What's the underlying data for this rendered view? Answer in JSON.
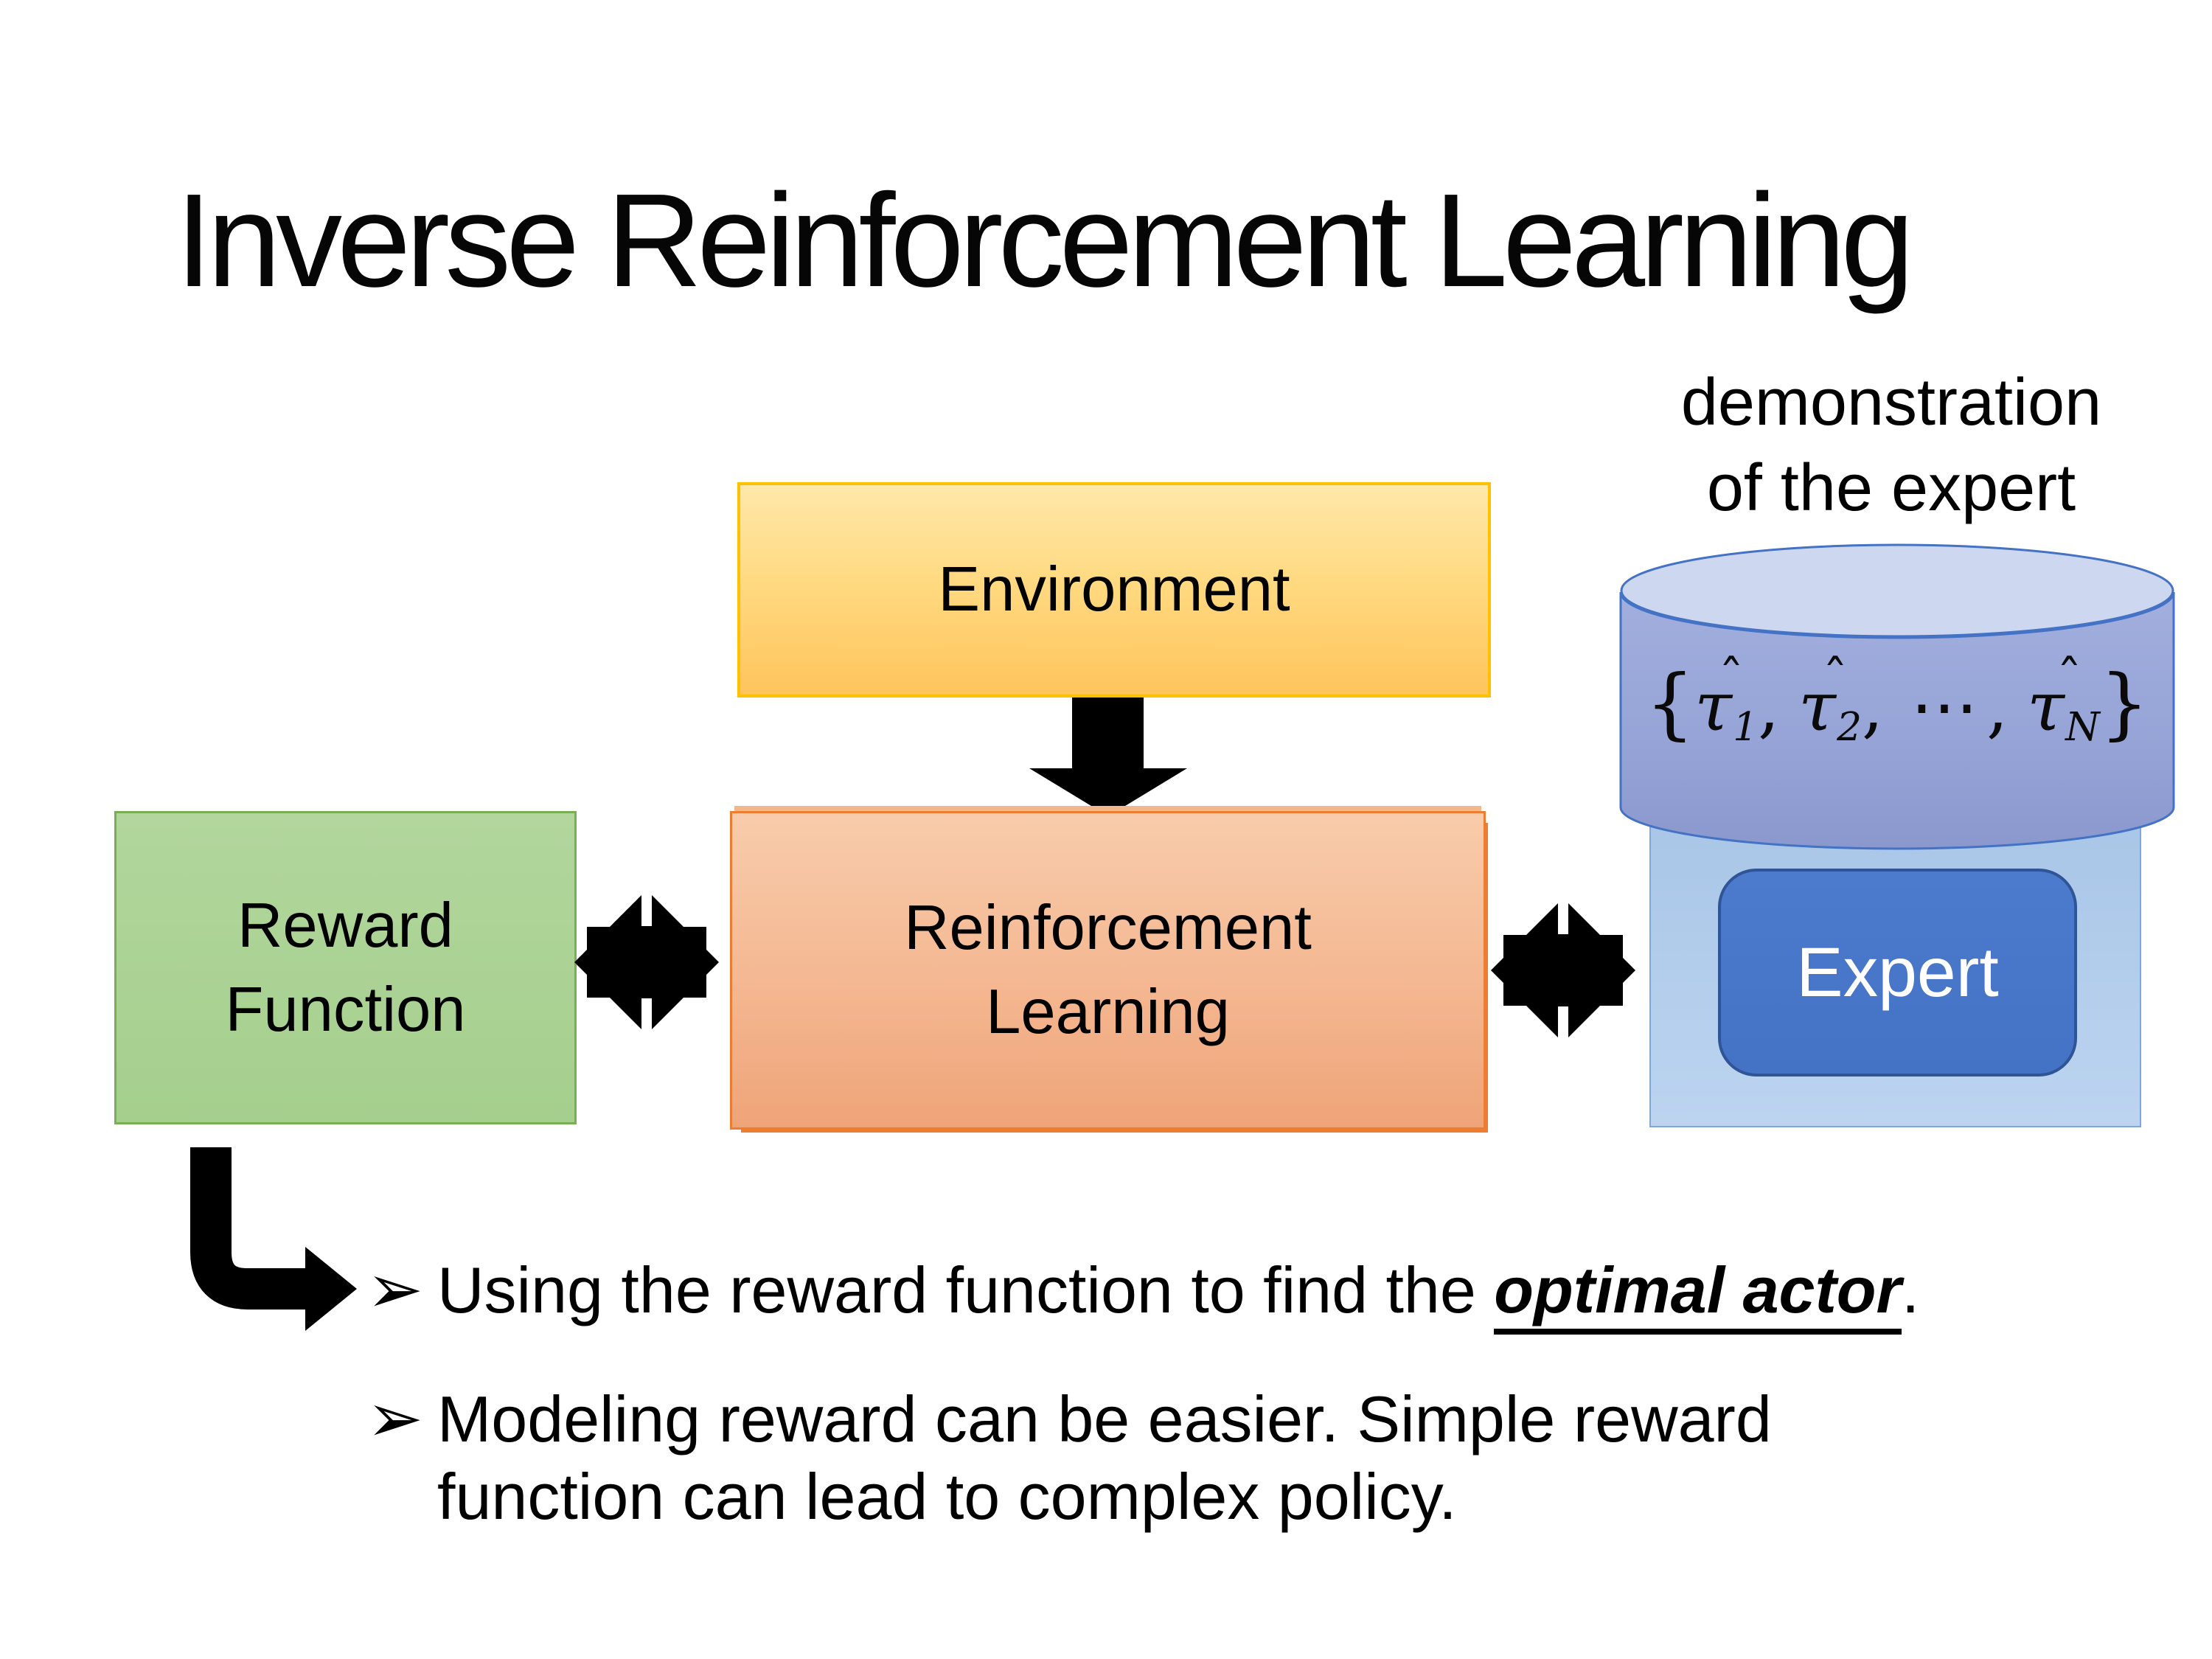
{
  "slide": {
    "title": "Inverse Reinforcement Learning"
  },
  "diagram": {
    "demo_label": "demonstration\nof the expert",
    "environment": {
      "label": "Environment"
    },
    "reward": {
      "label": "Reward\nFunction"
    },
    "rl": {
      "label": "Reinforcement\nLearning"
    },
    "expert": {
      "label": "Expert"
    },
    "database": {
      "brace_open": "{",
      "brace_close": "}",
      "tau": "τ",
      "hat": "ˆ",
      "sub1": "1",
      "sub2": "2",
      "subN": "N",
      "comma": ",",
      "cdots": "⋯"
    }
  },
  "bullets": {
    "marker": "➢",
    "item1_prefix": "Using the reward function to find the ",
    "item1_emphasis": "optimal actor",
    "item1_suffix": ".",
    "item2": "Modeling reward can be easier. Simple reward\nfunction can lead to complex policy."
  },
  "colors": {
    "environment_border": "#FFC000",
    "environment_fill_top": "#FFE8AA",
    "environment_fill_bottom": "#FFC45C",
    "rl_border": "#ED7D31",
    "rl_fill_top": "#F8CCAB",
    "rl_fill_bottom": "#EFA478",
    "reward_border": "#79AF54",
    "reward_fill": "#A9D195",
    "lightblue_fill": "#B0CBEA",
    "lightblue_border": "#7FA8D9",
    "cylinder_border": "#4472C4",
    "cylinder_body": "#93A1D4",
    "cylinder_top": "#CED7F0",
    "expert_fill": "#4472C4",
    "expert_border": "#2F5597",
    "arrow_color": "#000000",
    "text_color": "#000000"
  }
}
